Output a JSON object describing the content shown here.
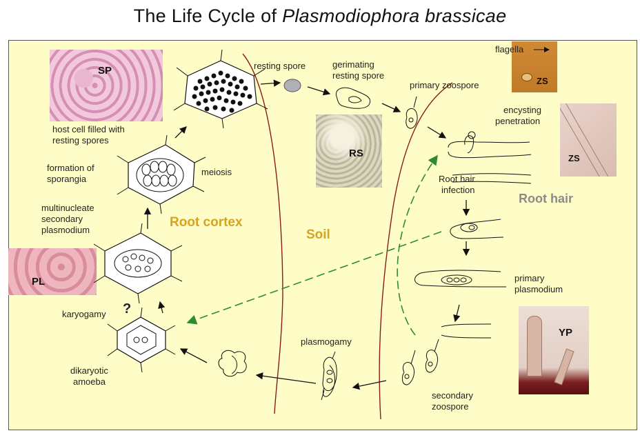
{
  "title": {
    "prefix": "The Life Cycle of ",
    "italic": "Plasmodiophora brassicae"
  },
  "regions": {
    "root_cortex": "Root cortex",
    "soil": "Soil",
    "root_hair": "Root hair"
  },
  "labels": {
    "resting_spore": "resting spore",
    "germinating_line1": "gerimating",
    "germinating_line2": "resting spore",
    "primary_zoospore": "primary zoospore",
    "flagella": "flagella",
    "encysting": "encysting",
    "penetration": "penetration",
    "root_hair_infection_1": "Root hair",
    "root_hair_infection_2": "infection",
    "primary_plasmodium_1": "primary",
    "primary_plasmodium_2": "plasmodium",
    "secondary_zoospore_1": "secondary",
    "secondary_zoospore_2": "zoospore",
    "plasmogamy": "plasmogamy",
    "dikaryotic_1": "dikaryotic",
    "dikaryotic_2": "amoeba",
    "karyogamy": "karyogamy",
    "question": "?",
    "multinucleate_1": "multinucleate",
    "multinucleate_2": "secondary",
    "multinucleate_3": "plasmodium",
    "formation_1": "formation of",
    "formation_2": "sporangia",
    "meiosis": "meiosis",
    "host_cell_1": "host cell filled with",
    "host_cell_2": "resting spores"
  },
  "photos": {
    "sp": "SP",
    "rs": "RS",
    "zs_top": "ZS",
    "zs_root": "ZS",
    "pl": "PL",
    "yp": "YP"
  },
  "colors": {
    "root_cortex": "#d9a21f",
    "soil": "#d9a21f",
    "root_hair": "#8a8a8a",
    "boundary": "#8b1a1a",
    "green_arrow": "#2e8b2e"
  }
}
